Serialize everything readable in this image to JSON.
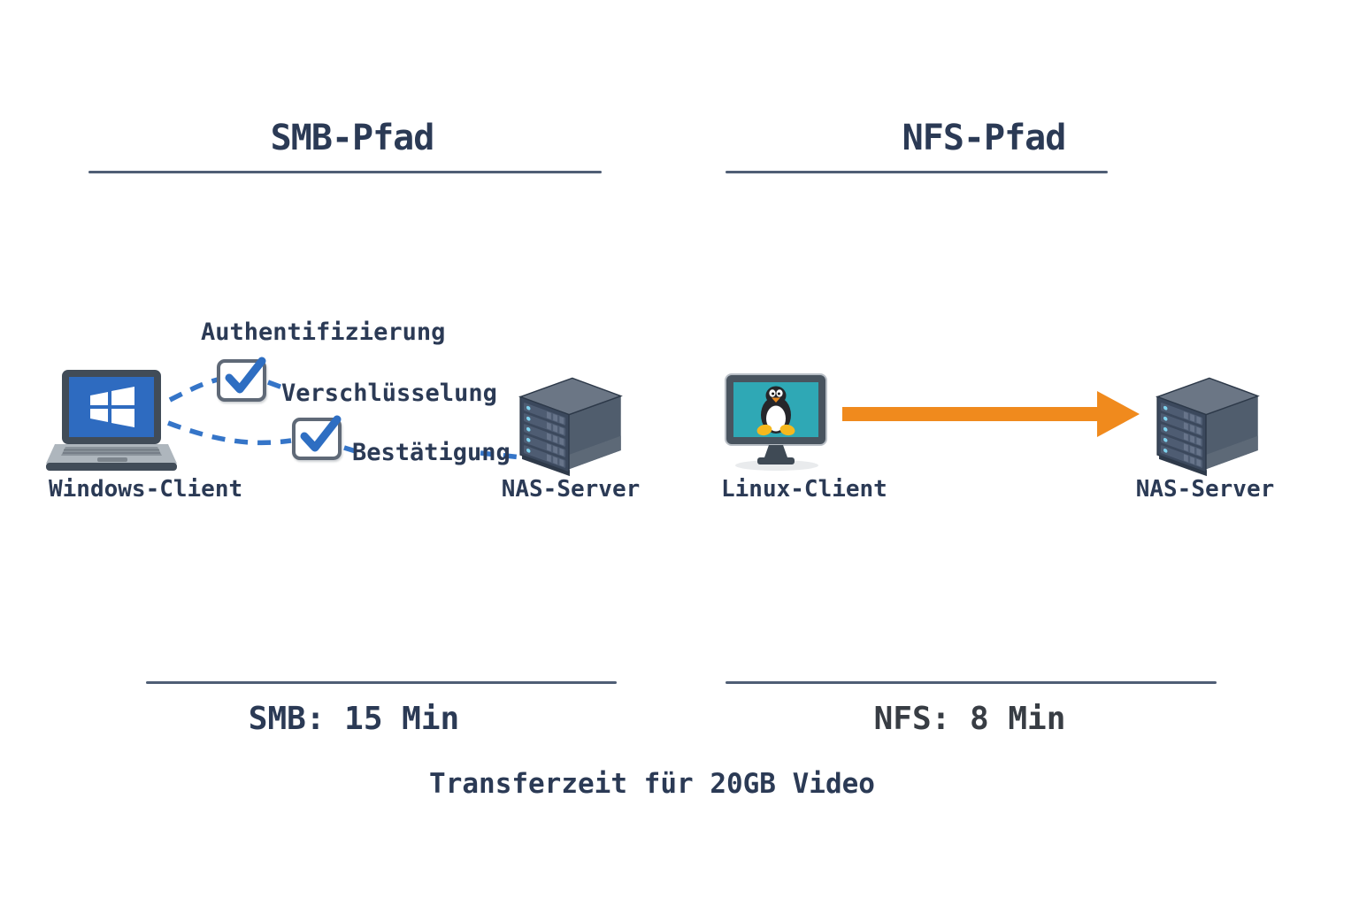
{
  "smb": {
    "title": "SMB-Pfad",
    "client": "Windows-Client",
    "server": "NAS-Server",
    "step_auth": "Authentifizierung",
    "step_encrypt": "Verschlüsselung",
    "step_confirm": "Bestätigung",
    "result": "SMB: 15 Min"
  },
  "nfs": {
    "title": "NFS-Pfad",
    "client": "Linux-Client",
    "server": "NAS-Server",
    "result": "NFS: 8 Min"
  },
  "caption": "Transferzeit für 20GB Video",
  "colors": {
    "title_navy": "#2b3a55",
    "nfs_result_charcoal": "#383d44",
    "dashed_connector_blue": "#3575c8",
    "checkmark_blue": "#2e6ec2",
    "arrow_orange": "#f08a1d",
    "windows_screen_blue": "#2e6bc0",
    "linux_screen_teal": "#2fa8b5"
  }
}
